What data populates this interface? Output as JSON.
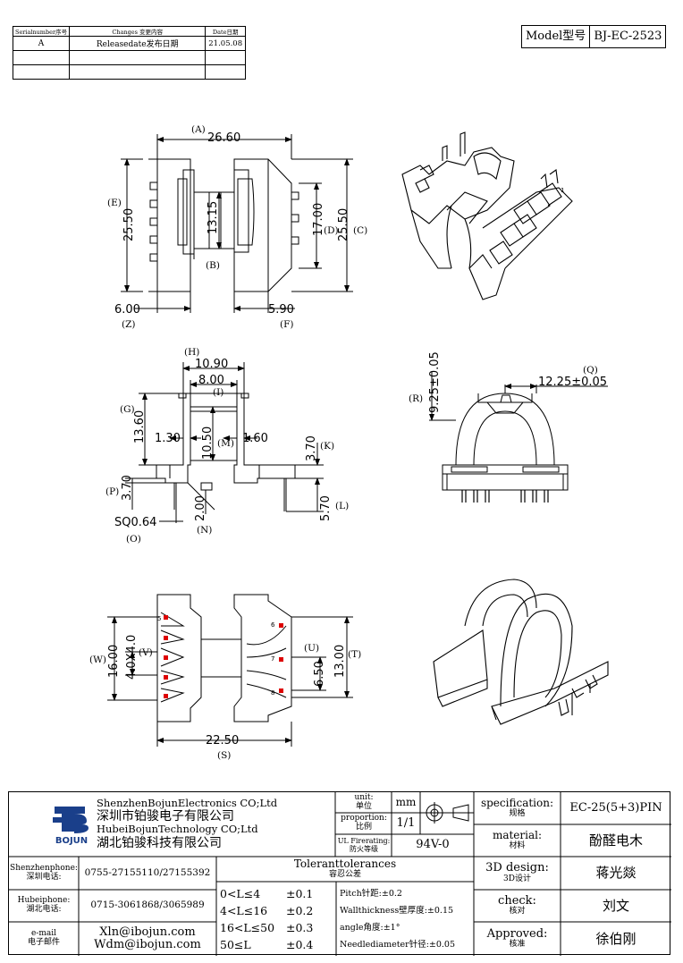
{
  "revision_table": {
    "headers": {
      "serial": "Serialnumber序号",
      "changes": "Changes 变更内容",
      "date": "Date日期"
    },
    "rows": [
      {
        "serial": "A",
        "changes": "Releasedate发布日期",
        "date": "21.05.08"
      },
      {
        "serial": "",
        "changes": "",
        "date": ""
      },
      {
        "serial": "",
        "changes": "",
        "date": ""
      }
    ]
  },
  "model": {
    "label": "Model型号",
    "value": "BJ-EC-2523"
  },
  "top_view": {
    "dims": {
      "A_val": "26.60",
      "A": "(A)",
      "E_val": "25.50",
      "E": "(E)",
      "B_val": "13.15",
      "B": "(B)",
      "D_val": "17.00",
      "D": "(D)",
      "C_val": "25.50",
      "C": "(C)",
      "Z_val": "6.00",
      "Z": "(Z)",
      "F_val": "5.90",
      "F": "(F)"
    }
  },
  "side_view": {
    "dims": {
      "H_val": "10.90",
      "H": "(H)",
      "I_val": "8.00",
      "I": "(I)",
      "G_val": "13.60",
      "G": "(G)",
      "v130": "1.30",
      "M_val": "10.50",
      "M": "(M)",
      "v160": "1.60",
      "K_val": "3.70",
      "K": "(K)",
      "P_val": "3.70",
      "P": "(P)",
      "N_val": "2.00",
      "N": "(N)",
      "L_val": "5.70",
      "L": "(L)",
      "O_val": "SQ0.64",
      "O": "(O)"
    }
  },
  "front_view": {
    "dims": {
      "Q_val": "12.25±0.05",
      "Q": "(Q)",
      "R_val": "9.25±0.05",
      "R": "(R)"
    }
  },
  "bottom_view": {
    "dims": {
      "W_val": "16.00",
      "W": "(W)",
      "V_val": "4.0X4.0",
      "V": "(V)",
      "U_val": "6.50",
      "U": "(U)",
      "T_val": "13.00",
      "T": "(T)",
      "S_val": "22.50",
      "S": "(S)"
    },
    "pins": {
      "p5": "5",
      "p6": "6",
      "p7": "7",
      "p8": "8"
    }
  },
  "iso_top": {
    "pin1": "1"
  },
  "title_block": {
    "company_cn1": "深圳市铂骏电子有限公司",
    "company_en1": "ShenzhenBojunElectronics CO;Ltd",
    "company_en2": "HubeiBojunTechnology CO;Ltd",
    "company_cn2": "湖北铂骏科技有限公司",
    "logo_text": "BOJUN",
    "unit_label": "unit:",
    "unit_label_cn": "单位",
    "unit_value": "mm",
    "proportion_label": "proportion:",
    "proportion_label_cn": "比例",
    "proportion_value": "1/1",
    "ul_label": "UL Firerating:",
    "ul_label_cn": "防火等级",
    "ul_value": "94V-0",
    "spec_label": "specification:",
    "spec_label_cn": "规格",
    "spec_value": "EC-25(5+3)PIN",
    "material_label": "material:",
    "material_label_cn": "材料",
    "material_value": "酚醛电木",
    "design_label": "3D design:",
    "design_label_cn": "3D设计",
    "design_value": "蒋光燚",
    "check_label": "check:",
    "check_label_cn": "核对",
    "check_value": "刘文",
    "approved_label": "Approved:",
    "approved_label_cn": "核准",
    "approved_value": "徐伯刚",
    "sz_phone_label": "Shenzhenphone:",
    "sz_phone_label_cn": "深圳电话:",
    "sz_phone": "0755-27155110/27155392",
    "hb_phone_label": "Hubeiphone:",
    "hb_phone_label_cn": "湖北电话:",
    "hb_phone": "0715-3061868/3065989",
    "email_label": "e-mail",
    "email_label_cn": "电子邮件",
    "email1": "Xln@ibojun.com",
    "email2": "Wdm@ibojun.com",
    "tolerances_title": "Toleranttolerances",
    "tolerances_title_cn": "容忍公差",
    "tol_rows": [
      {
        "range": "0<L≤4",
        "tol": "±0.1"
      },
      {
        "range": "4<L≤16",
        "tol": "±0.2"
      },
      {
        "range": "16<L≤50",
        "tol": "±0.3"
      },
      {
        "range": "50≤L",
        "tol": "±0.4"
      }
    ],
    "tol_notes": [
      "Pitch针距:±0.2",
      "Wallthickness壁厚度:±0.15",
      "angle角度:±1°",
      "Needlediameter针径:±0.05"
    ]
  }
}
